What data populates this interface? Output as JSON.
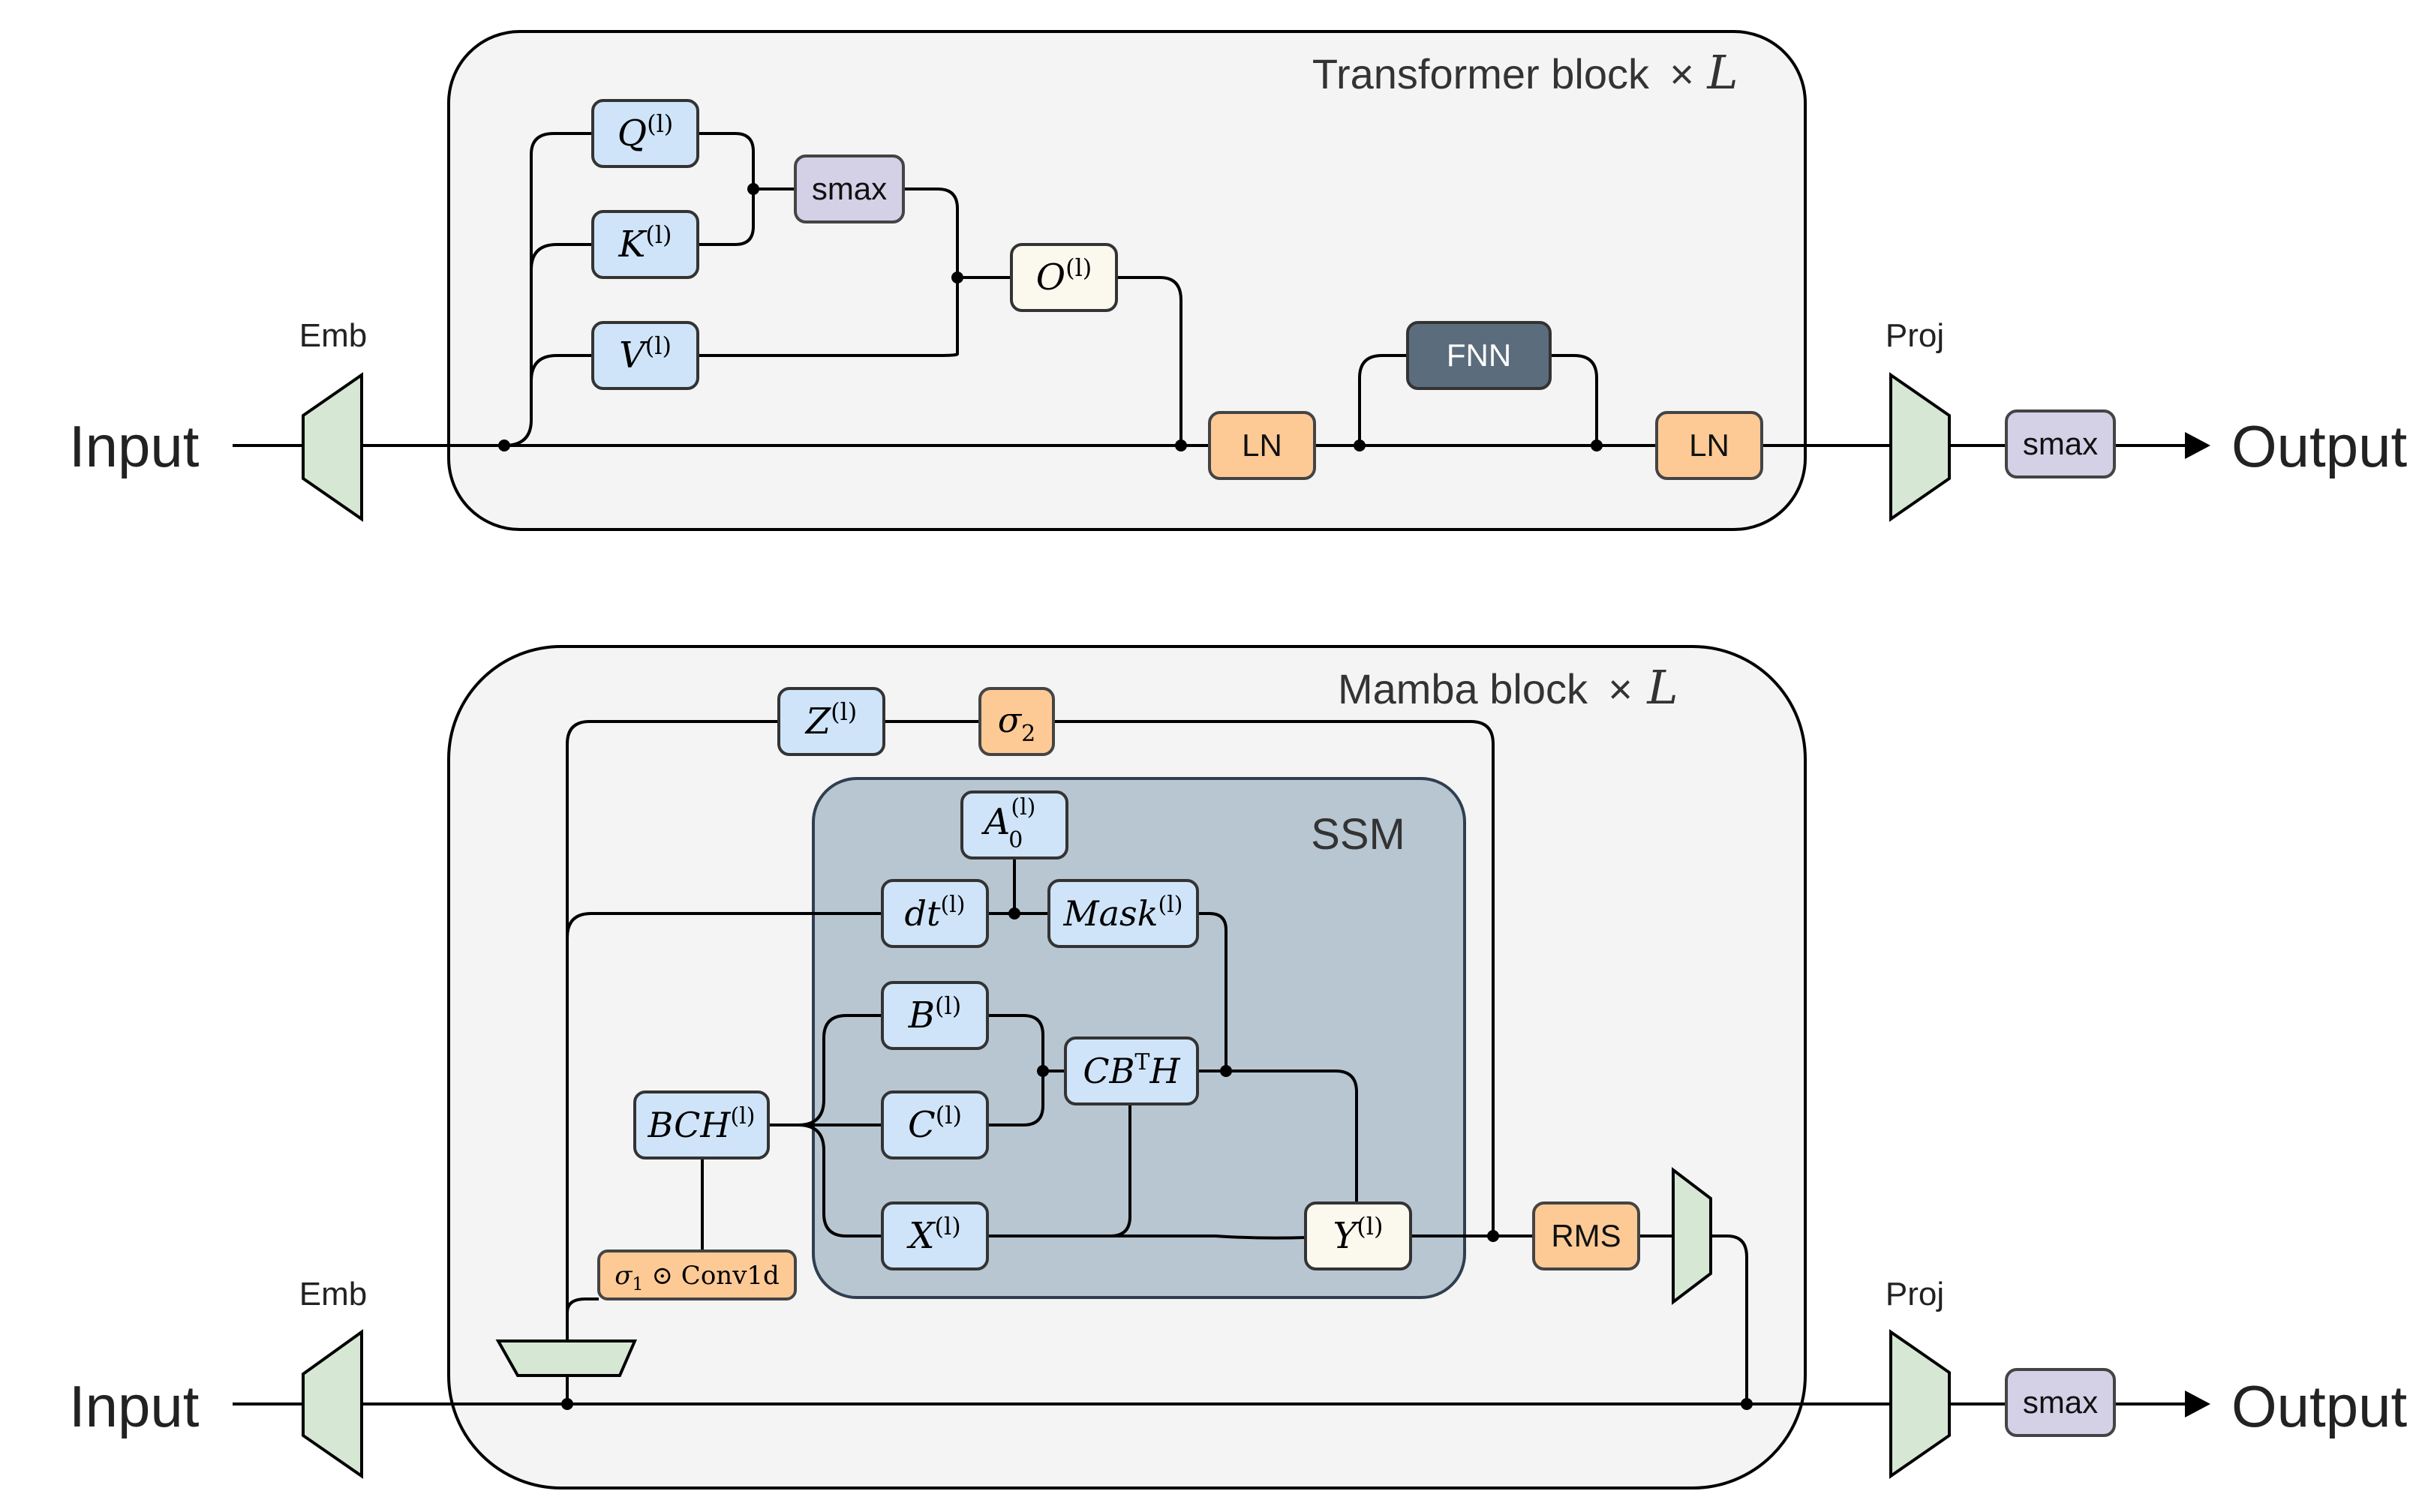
{
  "colors": {
    "block_fill": "#f4f4f4",
    "ssm_fill": "#b8c6d2",
    "blue_box": "#cfe4f8",
    "orange_box": "#fdca96",
    "purple_box": "#d4d0e6",
    "dark_box": "#5b6c7c",
    "cream_box": "#fbf8ee",
    "green_trap": "#d6e8d4"
  },
  "transformer": {
    "title": "Transformer block",
    "times": "×",
    "repeat": "L",
    "input_label": "Input",
    "output_label": "Output",
    "emb_label": "Emb",
    "proj_label": "Proj",
    "q_base": "Q",
    "q_sup": "(l)",
    "k_base": "K",
    "k_sup": "(l)",
    "v_base": "V",
    "v_sup": "(l)",
    "smax_inner": "smax",
    "o_base": "O",
    "o_sup": "(l)",
    "ln1": "LN",
    "fnn": "FNN",
    "ln2": "LN",
    "smax_out": "smax"
  },
  "mamba": {
    "title": "Mamba block",
    "times": "×",
    "repeat": "L",
    "input_label": "Input",
    "output_label": "Output",
    "emb_label": "Emb",
    "proj_label": "Proj",
    "ssm_title": "SSM",
    "z_base": "Z",
    "z_sup": "(l)",
    "sigma2_base": "σ",
    "sigma2_sub": "2",
    "a0_base": "A",
    "a0_sub": "0",
    "a0_sup": "(l)",
    "dt_base": "dt",
    "dt_sup": "(l)",
    "mask_base": "Mask",
    "mask_sup": "(l)",
    "b_base": "B",
    "b_sup": "(l)",
    "c_base": "C",
    "c_sup": "(l)",
    "cbth_a": "CB",
    "cbth_sup": "T",
    "cbth_b": "H",
    "bch_base": "BCH",
    "bch_sup": "(l)",
    "x_base": "X",
    "x_sup": "(l)",
    "y_base": "Y",
    "y_sup": "(l)",
    "rms": "RMS",
    "conv_sigma": "σ",
    "conv_sub": "1",
    "conv_op": " ⊙ Conv1d",
    "smax_out": "smax"
  }
}
